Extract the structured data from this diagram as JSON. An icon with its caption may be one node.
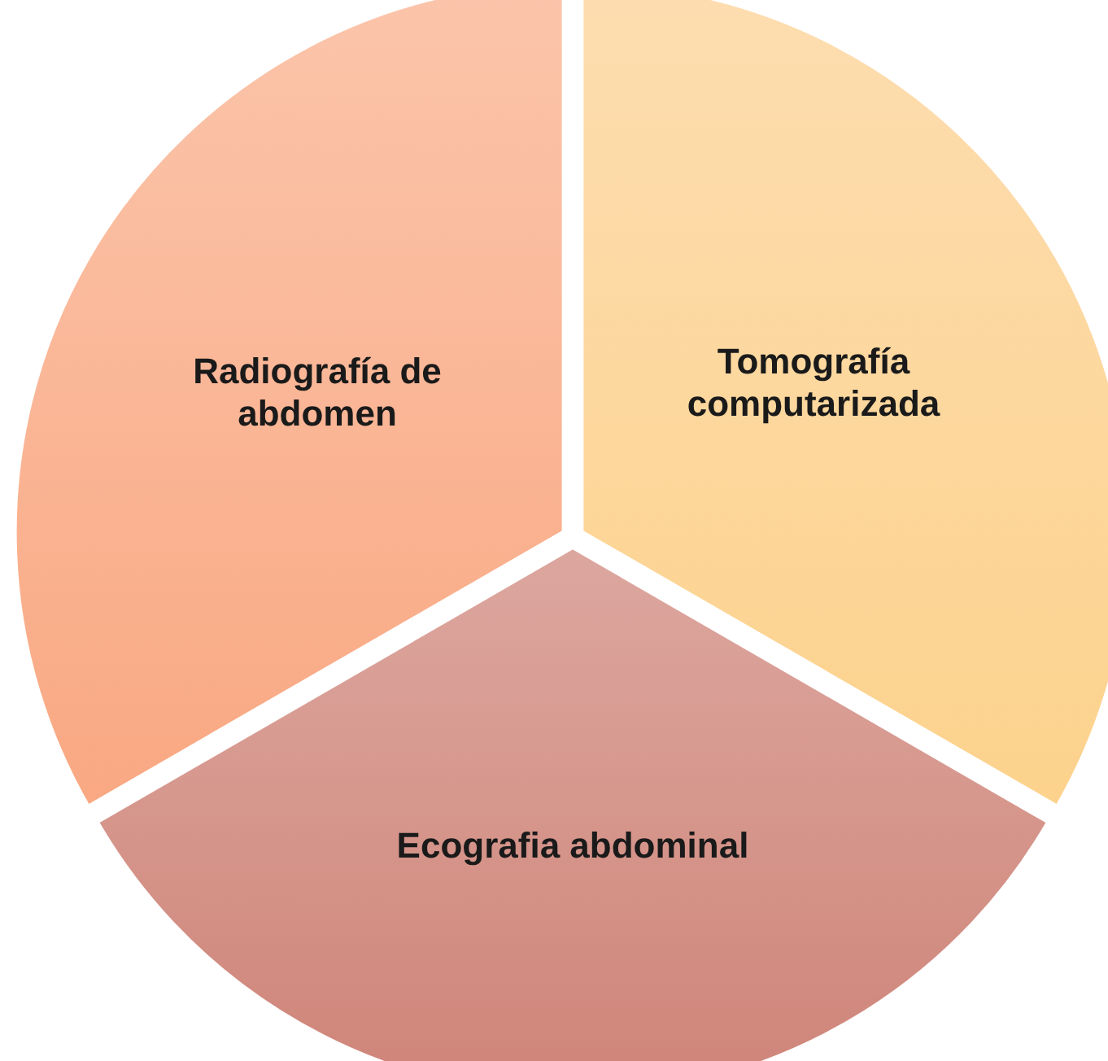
{
  "diagram": {
    "nodes": [
      {
        "text": [
          "Radiografía de abdomen"
        ]
      },
      {
        "text": [
          "Tomografía computarizada"
        ]
      },
      {
        "text": [
          "Ecografia abdominal"
        ]
      }
    ]
  }
}
